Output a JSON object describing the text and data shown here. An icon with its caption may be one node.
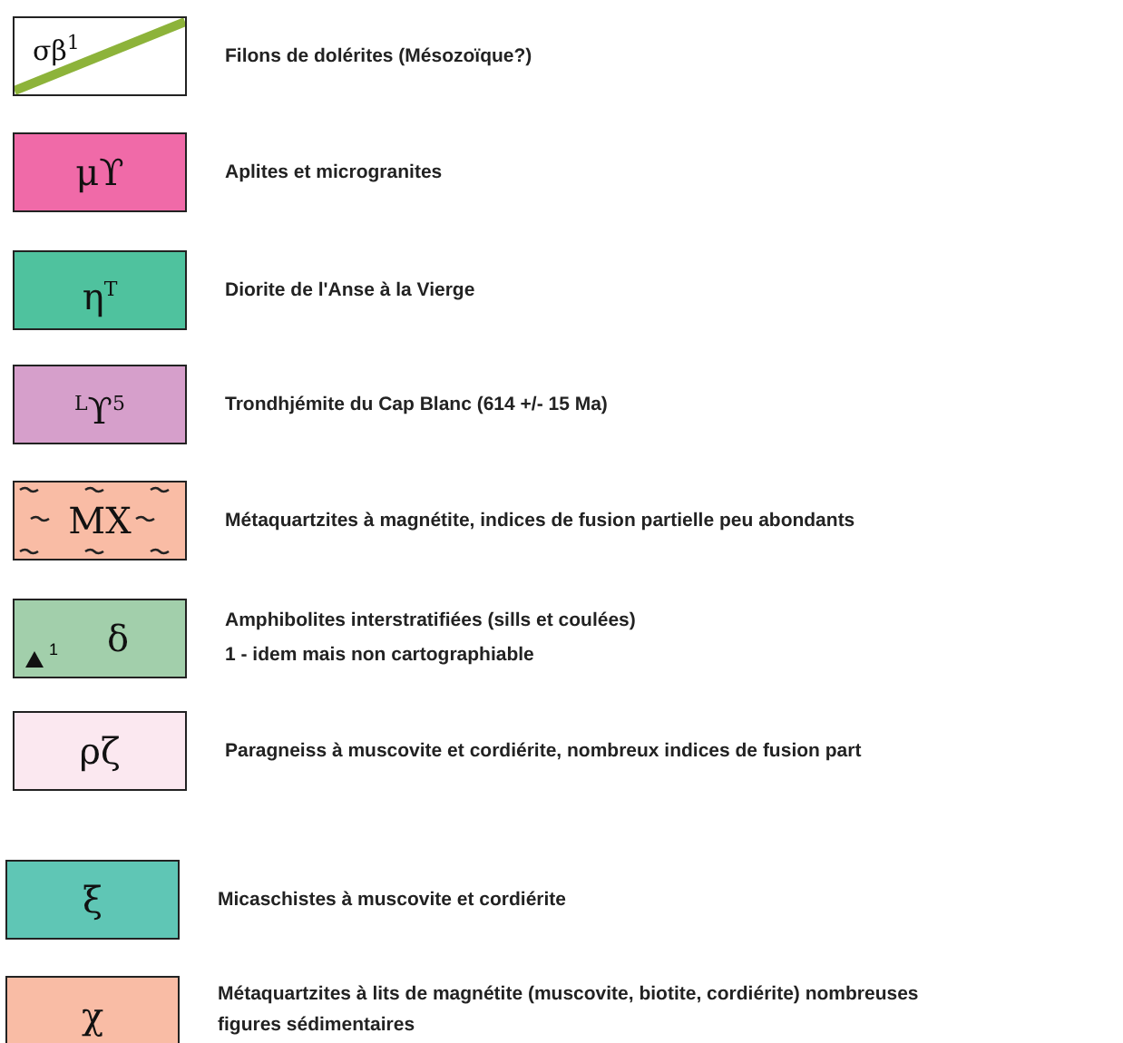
{
  "diagram": {
    "nodes": [
      {
        "text": [
          "σβ$^{1}$"
        ],
        "beside": [
          "Filons de dolérites (Mésozoïque?)"
        ]
      },
      {
        "text": [
          "μϒ"
        ],
        "beside": [
          "Aplites et microgranites"
        ]
      },
      {
        "text": [
          "η$^{T}$"
        ],
        "beside": [
          "Diorite de l'Anse à la Vierge"
        ]
      },
      {
        "text": [
          "$^{L}$ϒ$^{5}$"
        ],
        "beside": [
          "Trondhjémite du Cap Blanc (614 +/- 15 Ma)"
        ]
      },
      {
        "text": [
          "MΧ"
        ],
        "beside": [
          "Métaquartzites à magnétite, indices de fusion partielle peu abondants"
        ]
      },
      {
        "text": [
          "δ"
        ],
        "beside": [
          "Amphibolites interstratifiées (sills et coulées)",
          "1 - idem mais non cartographiable"
        ]
      },
      {
        "text": [
          "ρζ"
        ],
        "beside": [
          "Paragneiss à muscovite et cordiérite, nombreux indices de fusion part"
        ]
      },
      {
        "text": [
          "ξ"
        ],
        "beside": [
          "Micaschistes à muscovite et cordiérite"
        ]
      },
      {
        "text": [
          "χ"
        ],
        "beside": [
          "Métaquartzites à lits de magnétite (muscovite, biotite, cordiérite) nombreuses figures sédimentaires"
        ]
      }
    ],
    "edges": [],
    "labels": [
      "1"
    ]
  }
}
